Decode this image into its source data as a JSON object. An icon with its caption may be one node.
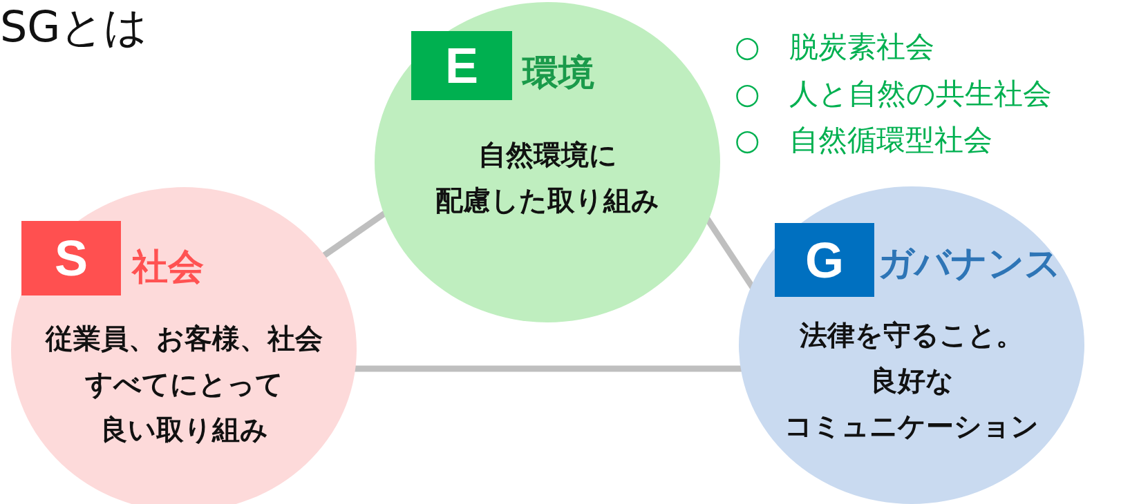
{
  "diagram": {
    "title": "SGとは",
    "nodes": [
      {
        "text": [
          "環境",
          "自然環境に配慮した取り組み"
        ]
      },
      {
        "text": [
          "E"
        ],
        "in": 0
      },
      {
        "text": [
          "社会",
          "従業員、お客様、社会すべてにとって良い取り組み"
        ]
      },
      {
        "text": [
          "S"
        ],
        "in": 2
      },
      {
        "text": [
          "ガバナンス",
          "法律を守ること。良好なコミュニケーション"
        ]
      },
      {
        "text": [
          "G"
        ],
        "in": 4
      }
    ],
    "edges": [
      {
        "from": 2,
        "to": 0,
        "arrow": "none"
      },
      {
        "from": 0,
        "to": 4,
        "arrow": "none"
      },
      {
        "from": 2,
        "to": 4,
        "arrow": "none"
      }
    ],
    "labels": [
      "○　脱炭素社会",
      "○　人と自然の共生社会",
      "○　自然循環型社会"
    ]
  }
}
